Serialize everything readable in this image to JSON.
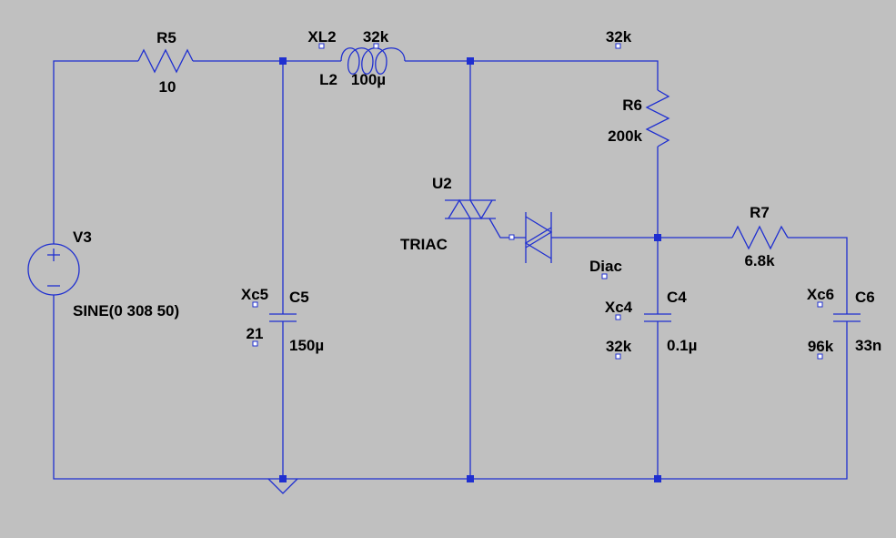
{
  "colors": {
    "background": "#c0c0c0",
    "wire": "#1f2fd0",
    "text": "#000000"
  },
  "components": {
    "r5": {
      "name": "R5",
      "value": "10"
    },
    "l2": {
      "name": "L2",
      "value": "100µ",
      "reactance_name": "XL2",
      "reactance_value": "32k"
    },
    "r6": {
      "name": "R6",
      "value": "200k"
    },
    "r7": {
      "name": "R7",
      "value": "6.8k"
    },
    "v3": {
      "name": "V3",
      "value": "SINE(0 308 50)"
    },
    "c5": {
      "name": "C5",
      "value": "150µ",
      "reactance_name": "Xc5",
      "reactance_value": "21"
    },
    "c4": {
      "name": "C4",
      "value": "0.1µ",
      "reactance_name": "Xc4",
      "reactance_value": "32k"
    },
    "c6": {
      "name": "C6",
      "value": "33n",
      "reactance_name": "Xc6",
      "reactance_value": "96k"
    },
    "u2": {
      "name": "U2",
      "value": "TRIAC"
    },
    "diac": {
      "label": "Diac"
    }
  },
  "annotations": {
    "top_node_reactance": "32k"
  }
}
